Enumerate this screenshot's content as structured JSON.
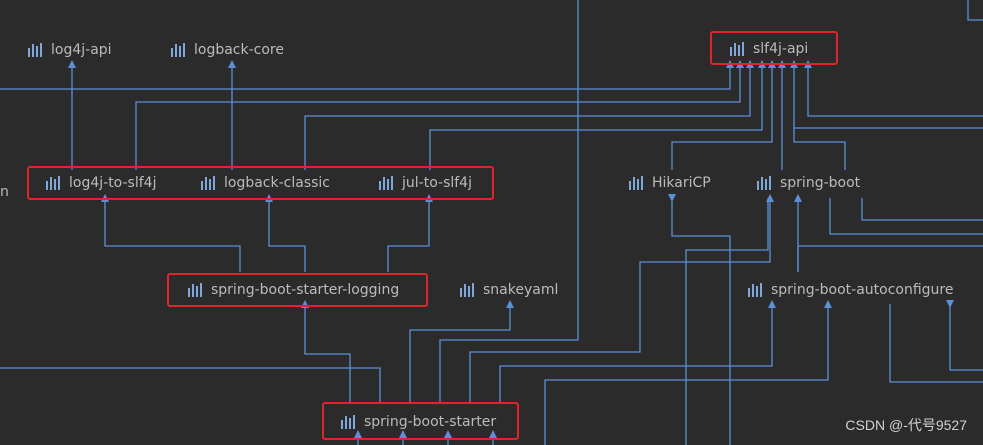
{
  "colors": {
    "background": "#2b2b2b",
    "edge": "#5b8fd6",
    "highlight": "#e0242b",
    "text": "#bbbbbb"
  },
  "icon": "maven-library-icon",
  "nodes": {
    "log4j_api": "log4j-api",
    "logback_core": "logback-core",
    "slf4j_api": "slf4j-api",
    "log4j_to_slf4j": "log4j-to-slf4j",
    "logback_classic": "logback-classic",
    "jul_to_slf4j": "jul-to-slf4j",
    "hikaricp": "HikariCP",
    "spring_boot": "spring-boot",
    "spring_boot_starter_logging": "spring-boot-starter-logging",
    "snakeyaml": "snakeyaml",
    "spring_boot_autoconfigure": "spring-boot-autoconfigure",
    "spring_boot_starter": "spring-boot-starter"
  },
  "clipped_label": "n",
  "watermark": "CSDN @-代号9527"
}
